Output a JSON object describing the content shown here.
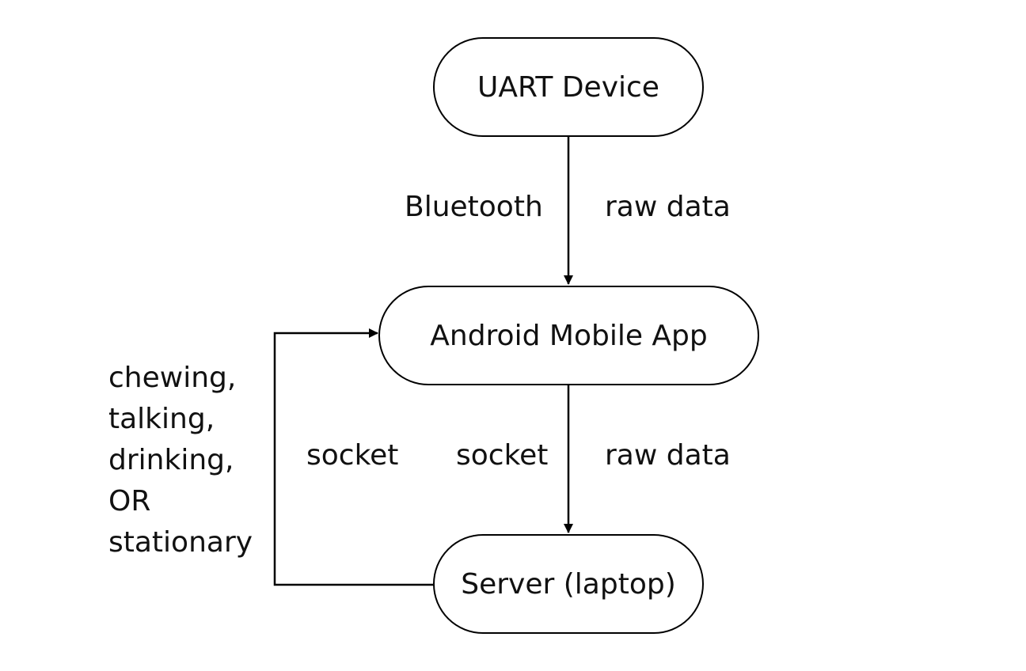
{
  "nodes": {
    "uart": "UART Device",
    "app": "Android Mobile App",
    "server": "Server (laptop)"
  },
  "edges": {
    "uart_to_app": {
      "channel": "Bluetooth",
      "payload": "raw data"
    },
    "app_to_server": {
      "channel": "socket",
      "payload": "raw data"
    },
    "server_to_app": {
      "channel": "socket",
      "results": [
        "chewing,",
        "talking,",
        "drinking,",
        "OR",
        "stationary"
      ]
    }
  },
  "colors": {
    "stroke": "#000000",
    "text": "#111111",
    "background": "#ffffff"
  }
}
